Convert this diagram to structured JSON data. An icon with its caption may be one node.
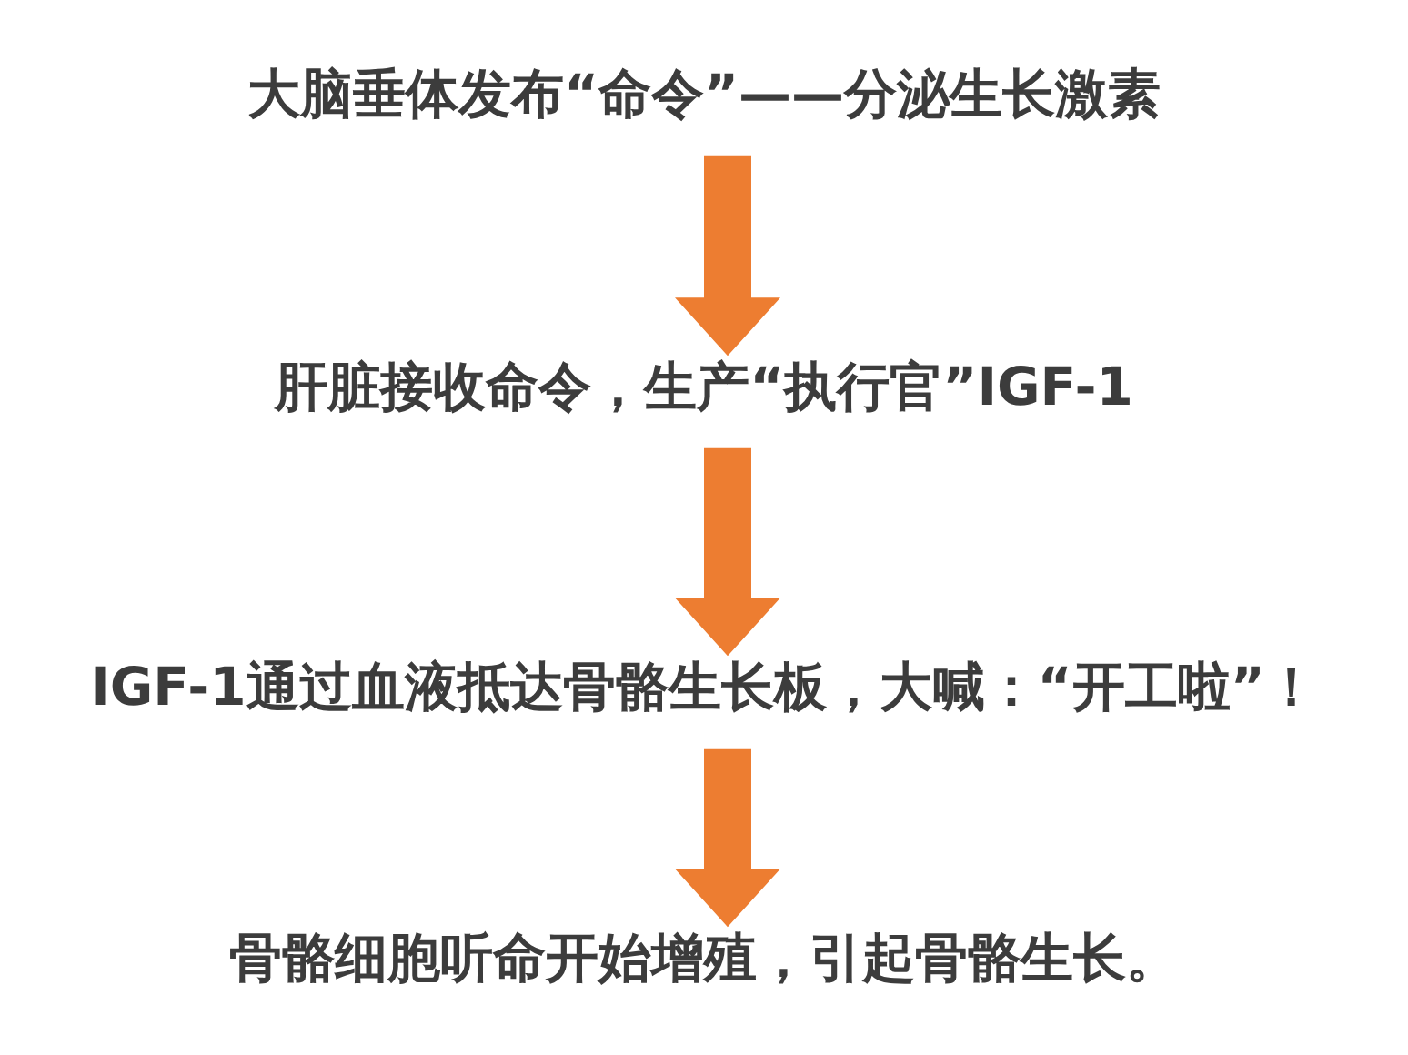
{
  "diagram": {
    "nodes": [
      {
        "text": [
          "大脑垂体发布“命令”——分泌生长激素"
        ]
      },
      {
        "text": [
          "肝脏接收命令，生产“执行官”IGF-1"
        ]
      },
      {
        "text": [
          "IGF-1通过血液抵达骨骼生长板，大喊：“开工啦”！"
        ]
      },
      {
        "text": [
          "骨骼细胞听命开始增殖，引起骨骼生长。"
        ]
      }
    ],
    "edges": [
      {
        "from": 0,
        "to": 1,
        "arrow": "to",
        "style": "thick"
      },
      {
        "from": 1,
        "to": 2,
        "arrow": "to",
        "style": "thick"
      },
      {
        "from": 2,
        "to": 3,
        "arrow": "to",
        "style": "thick"
      }
    ]
  }
}
